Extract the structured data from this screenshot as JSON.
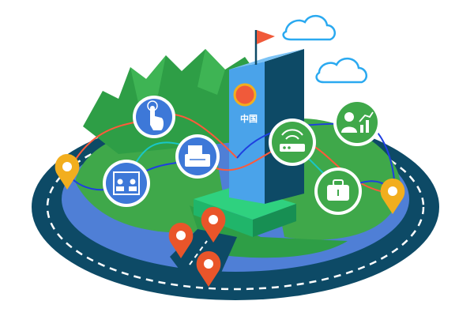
{
  "monument": {
    "label": "中国"
  },
  "colors": {
    "road": "#0d4a66",
    "road_dash": "#ffffff",
    "plateau_blue": "#4f7fd6",
    "grass": "#3fa84a",
    "mountain": "#2e9e46",
    "monument_face": "#4aa3ea",
    "monument_side": "#0d4a66",
    "base": "#2fd17f",
    "icon_blue_bg": "#3d78d8",
    "icon_green_bg": "#3fa84a",
    "pin_orange": "#e9552a",
    "pin_yellow": "#f2ae1e",
    "line_red": "#ff5a3a",
    "line_blue": "#1e3fe0",
    "line_cyan": "#19c7c7",
    "flag": "#f05a3a",
    "cloud_stroke": "#2aa9f0"
  },
  "icons": [
    {
      "name": "touch-hand-icon",
      "bg": "blue"
    },
    {
      "name": "document-printer-icon",
      "bg": "blue"
    },
    {
      "name": "meeting-people-icon",
      "bg": "blue"
    },
    {
      "name": "wifi-router-icon",
      "bg": "green"
    },
    {
      "name": "user-chart-icon",
      "bg": "green"
    },
    {
      "name": "briefcase-icon",
      "bg": "green"
    }
  ]
}
